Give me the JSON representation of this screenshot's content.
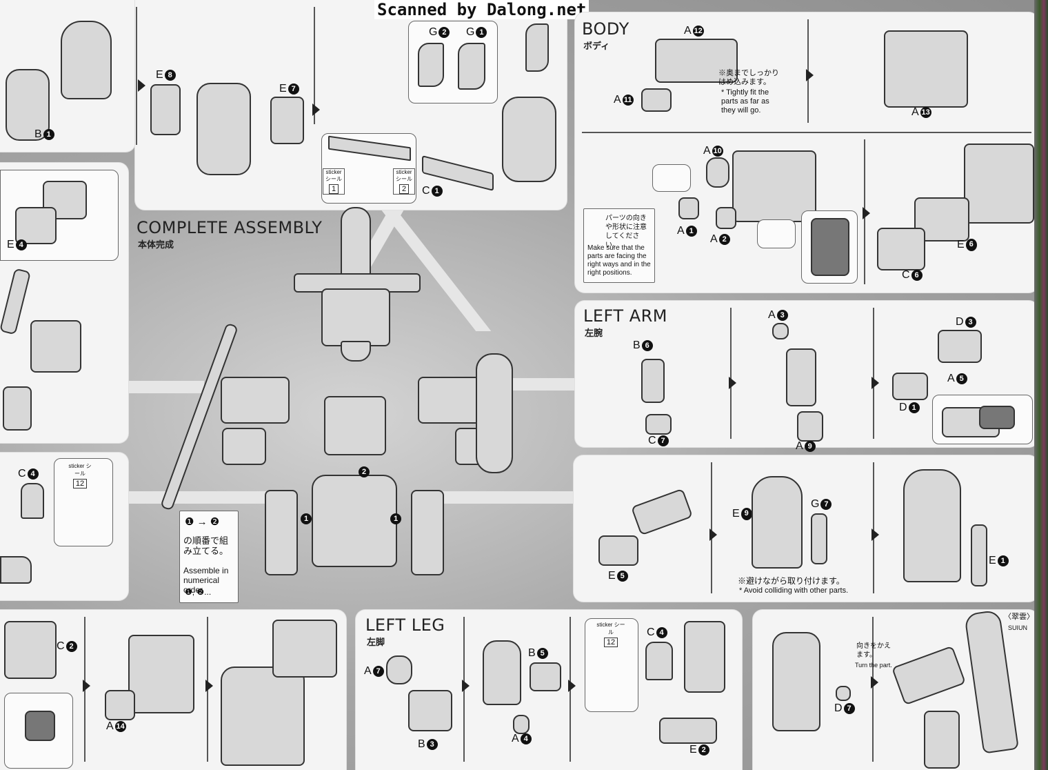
{
  "watermark": "Scanned by Dalong.net",
  "sections": {
    "complete_assembly": {
      "title": "COMPLETE ASSEMBLY",
      "subtitle": "本体完成"
    },
    "body": {
      "title": "BODY",
      "subtitle": "ボディ"
    },
    "left_arm": {
      "title": "LEFT ARM",
      "subtitle": "左腕"
    },
    "left_leg": {
      "title": "LEFT LEG",
      "subtitle": "左脚"
    }
  },
  "notes": {
    "tight_fit_jp": "※奥までしっかり はめ込みます。",
    "tight_fit_en": "* Tightly fit the parts as far as they will go.",
    "facing_jp": "パーツの向きや形状に注意してください。",
    "facing_en": "Make sure that the parts are facing the right ways and in the right positions.",
    "order_jp": "の順番で組み立てる。",
    "order_en": "Assemble in numerical order",
    "order_seq": "❶ → ❷",
    "order_tail": "❶, ❷...",
    "avoid_jp": "※避けながら取り付けます。",
    "avoid_en": "* Avoid colliding with other parts.",
    "turn_jp": "向きをかえます。",
    "turn_en": "Turn the part.",
    "suiun_jp": "〈翠雲〉",
    "suiun_en": "SUIUN"
  },
  "sticker_label": "sticker シール",
  "stickers": [
    "1",
    "2",
    "12",
    "12"
  ],
  "part_labels": {
    "b1": "B",
    "b1n": "1",
    "e8": "E",
    "e8n": "8",
    "e7": "E",
    "e7n": "7",
    "g2": "G",
    "g2n": "2",
    "g1": "G",
    "g1n": "1",
    "c1": "C",
    "c1n": "1",
    "a12": "A",
    "a12n": "12",
    "a11": "A",
    "a11n": "11",
    "a13": "A",
    "a13n": "13",
    "a10": "A",
    "a10n": "10",
    "a1": "A",
    "a1n": "1",
    "a2": "A",
    "a2n": "2",
    "e6": "E",
    "e6n": "6",
    "c6": "C",
    "c6n": "6",
    "e4": "E",
    "e4n": "4",
    "c4": "C",
    "c4n": "4",
    "b6": "B",
    "b6n": "6",
    "c7": "C",
    "c7n": "7",
    "a3": "A",
    "a3n": "3",
    "a9": "A",
    "a9n": "9",
    "d3": "D",
    "d3n": "3",
    "a5": "A",
    "a5n": "5",
    "d1": "D",
    "d1n": "1",
    "e9": "E",
    "e9n": "9",
    "g7": "G",
    "g7n": "7",
    "e5": "E",
    "e5n": "5",
    "e1": "E",
    "e1n": "1",
    "c2": "C",
    "c2n": "2",
    "a14": "A",
    "a14n": "14",
    "a7": "A",
    "a7n": "7",
    "b3": "B",
    "b3n": "3",
    "b5": "B",
    "b5n": "5",
    "a4": "A",
    "a4n": "4",
    "c4b": "C",
    "c4bn": "4",
    "e2": "E",
    "e2n": "2",
    "d7": "D",
    "d7n": "7"
  },
  "assembly_steps": {
    "one": "1",
    "two": "2"
  }
}
